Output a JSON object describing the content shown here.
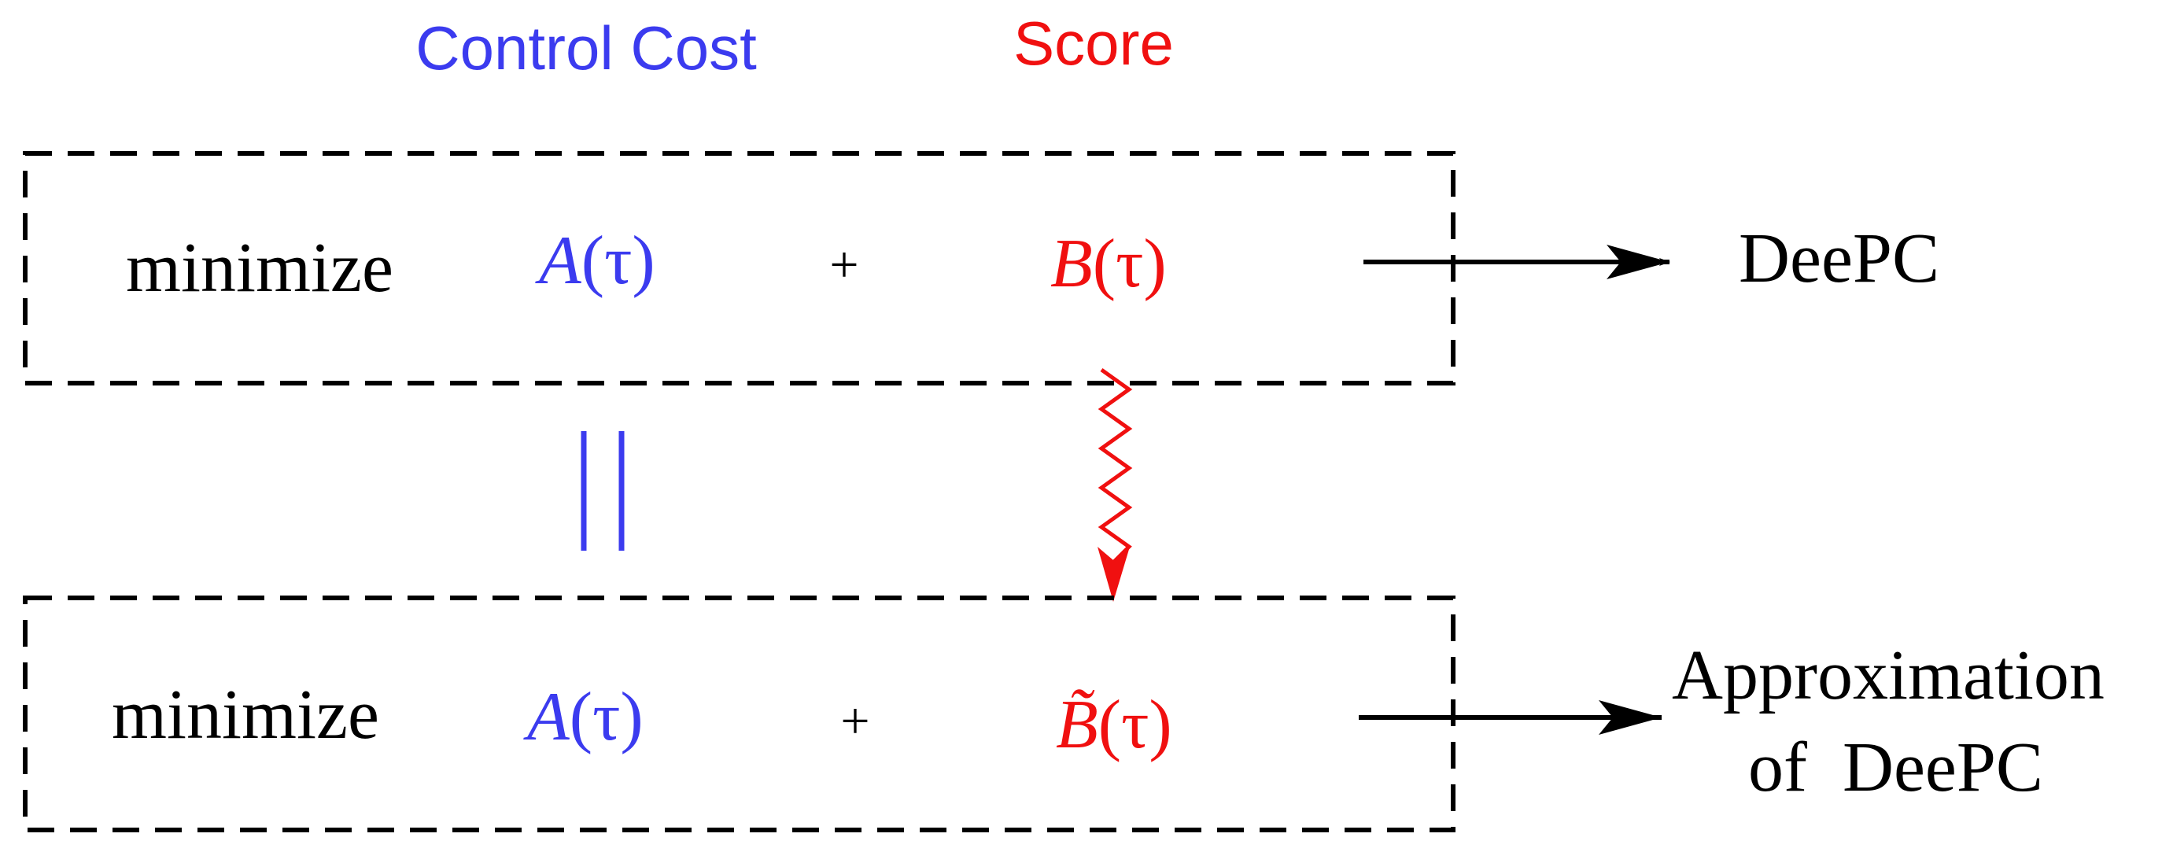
{
  "headers": {
    "control_cost": "Control Cost",
    "score": "Score"
  },
  "top_row": {
    "label": "minimize",
    "term_a": "A",
    "term_b": "B",
    "arg": "(τ)",
    "plus": "+",
    "result": "DeePC"
  },
  "bottom_row": {
    "label": "minimize",
    "term_a": "A",
    "term_b": "B̃",
    "arg": "(τ)",
    "plus": "+",
    "result_line1": "Approximation",
    "result_line2": "of  DeePC"
  },
  "colors": {
    "blue": "#3b3bef",
    "red": "#f01010",
    "black": "#000000"
  }
}
